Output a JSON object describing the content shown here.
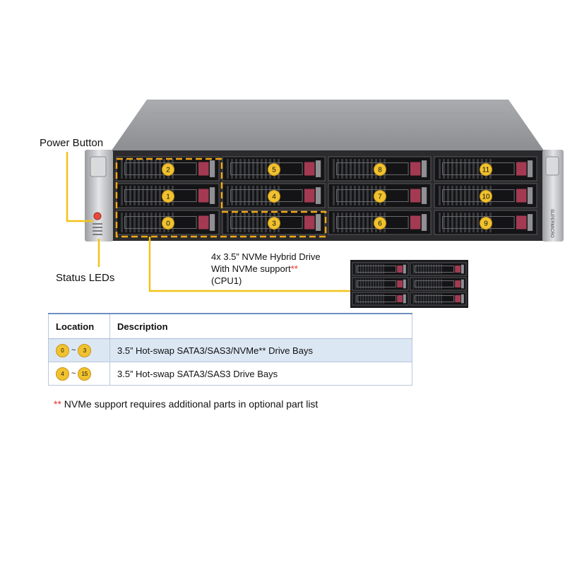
{
  "callouts": {
    "power_button": "Power Button",
    "status_leds": "Status LEDs"
  },
  "nvme_note": {
    "line1": "4x 3.5” NVMe Hybrid Drive",
    "line2": "With NVMe support",
    "line2_mark": "**",
    "line3": "(CPU1)"
  },
  "chassis": {
    "brand_vertical": "SUPERMICRO",
    "bays": [
      {
        "number": "2",
        "nvme": true
      },
      {
        "number": "5",
        "nvme": false
      },
      {
        "number": "8",
        "nvme": false
      },
      {
        "number": "11",
        "nvme": false
      },
      {
        "number": "1",
        "nvme": true
      },
      {
        "number": "4",
        "nvme": false
      },
      {
        "number": "7",
        "nvme": false
      },
      {
        "number": "10",
        "nvme": false
      },
      {
        "number": "0",
        "nvme": true
      },
      {
        "number": "3",
        "nvme": true
      },
      {
        "number": "6",
        "nvme": false
      },
      {
        "number": "9",
        "nvme": false
      }
    ]
  },
  "table": {
    "headers": [
      "Location",
      "Description"
    ],
    "rows": [
      {
        "from": "0",
        "sep": "~",
        "to": "3",
        "description": "3.5” Hot-swap SATA3/SAS3/NVMe** Drive Bays"
      },
      {
        "from": "4",
        "sep": "~",
        "to": "15",
        "description": "3.5” Hot-swap SATA3/SAS3 Drive Bays"
      }
    ]
  },
  "footnote": {
    "mark": "**",
    "text": " NVMe support requires additional parts in optional part list"
  },
  "colors": {
    "callout_line": "#f2c318",
    "badge": "#f0c22e",
    "nvme_dash": "#f0a81a",
    "mark_red": "#e0302a",
    "table_highlight": "#dce7f4"
  }
}
